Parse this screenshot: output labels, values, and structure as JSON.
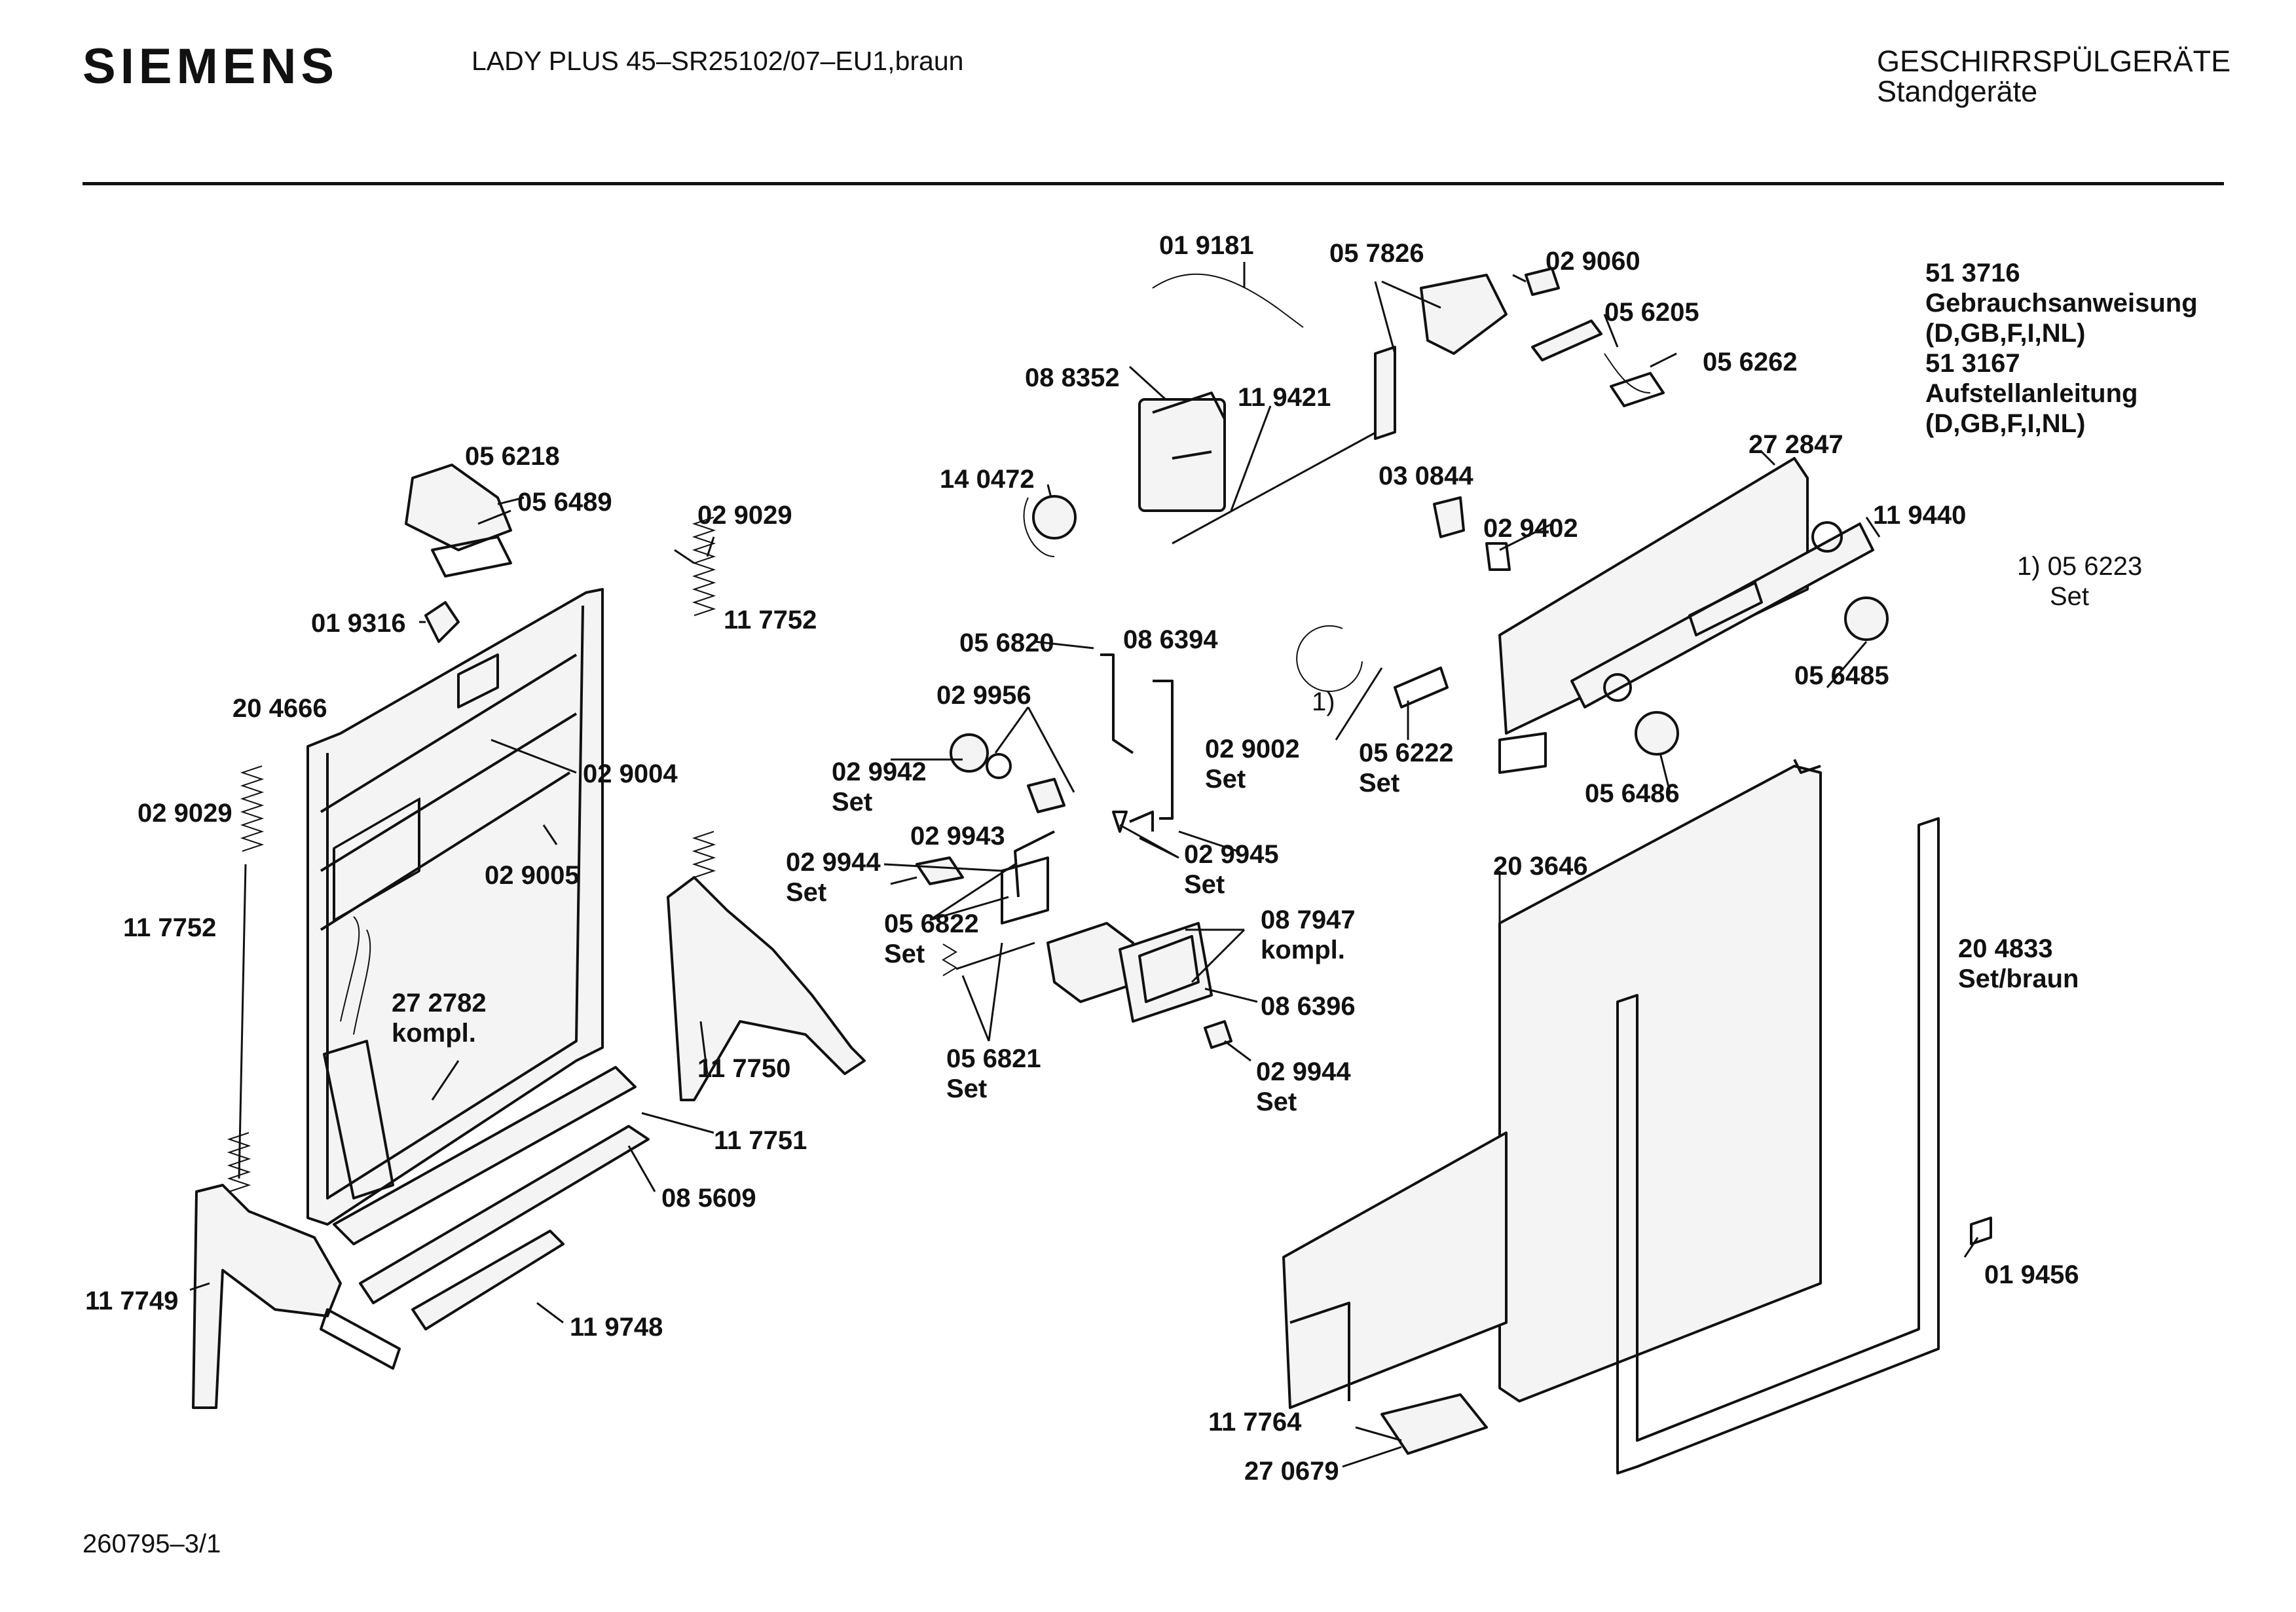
{
  "header": {
    "brand": "SIEMENS",
    "model": "LADY PLUS 45–SR25102/07–EU1,braun",
    "category": "GESCHIRRSPÜLGERÄTE",
    "subcategory": "Standgeräte"
  },
  "footer": {
    "doc_id": "260795–3/1"
  },
  "parts": [
    {
      "id": "p_019181",
      "lines": [
        "01 9181"
      ],
      "bold": true
    },
    {
      "id": "p_057826",
      "lines": [
        "05 7826"
      ],
      "bold": true
    },
    {
      "id": "p_029060",
      "lines": [
        "02 9060"
      ],
      "bold": true
    },
    {
      "id": "p_056205",
      "lines": [
        "05 6205"
      ],
      "bold": true
    },
    {
      "id": "p_056262",
      "lines": [
        "05 6262"
      ],
      "bold": true
    },
    {
      "id": "p_088352",
      "lines": [
        "08 8352"
      ],
      "bold": true
    },
    {
      "id": "p_119421",
      "lines": [
        "11 9421"
      ],
      "bold": true
    },
    {
      "id": "p_140472",
      "lines": [
        "14 0472"
      ],
      "bold": true
    },
    {
      "id": "p_030844",
      "lines": [
        "03 0844"
      ],
      "bold": true
    },
    {
      "id": "p_029402",
      "lines": [
        "02 9402"
      ],
      "bold": true
    },
    {
      "id": "p_272847",
      "lines": [
        "27 2847"
      ],
      "bold": true
    },
    {
      "id": "p_119440",
      "lines": [
        "11 9440"
      ],
      "bold": true
    },
    {
      "id": "p_056223",
      "lines": [
        "1) 05 6223",
        "Set"
      ],
      "bold": false
    },
    {
      "id": "p_056218",
      "lines": [
        "05 6218"
      ],
      "bold": true
    },
    {
      "id": "p_056489",
      "lines": [
        "05 6489"
      ],
      "bold": true
    },
    {
      "id": "p_029029_top",
      "lines": [
        "02 9029"
      ],
      "bold": true
    },
    {
      "id": "p_117752_top",
      "lines": [
        "11 7752"
      ],
      "bold": true
    },
    {
      "id": "p_019316",
      "lines": [
        "01 9316"
      ],
      "bold": true
    },
    {
      "id": "p_204666",
      "lines": [
        "20 4666"
      ],
      "bold": true
    },
    {
      "id": "p_029004",
      "lines": [
        "02 9004"
      ],
      "bold": true
    },
    {
      "id": "p_029005",
      "lines": [
        "02 9005"
      ],
      "bold": true
    },
    {
      "id": "p_029029_left",
      "lines": [
        "02 9029"
      ],
      "bold": true
    },
    {
      "id": "p_117752_left",
      "lines": [
        "11 7752"
      ],
      "bold": true
    },
    {
      "id": "p_272782",
      "lines": [
        "27 2782",
        "kompl."
      ],
      "bold": true
    },
    {
      "id": "p_117750",
      "lines": [
        "11 7750"
      ],
      "bold": true
    },
    {
      "id": "p_117751",
      "lines": [
        "11 7751"
      ],
      "bold": true
    },
    {
      "id": "p_085609",
      "lines": [
        "08 5609"
      ],
      "bold": true
    },
    {
      "id": "p_117749",
      "lines": [
        "11 7749"
      ],
      "bold": true
    },
    {
      "id": "p_119748",
      "lines": [
        "11 9748"
      ],
      "bold": true
    },
    {
      "id": "p_056820",
      "lines": [
        "05 6820"
      ],
      "bold": true
    },
    {
      "id": "p_086394",
      "lines": [
        "08 6394"
      ],
      "bold": true
    },
    {
      "id": "p_029956",
      "lines": [
        "02 9956"
      ],
      "bold": true
    },
    {
      "id": "p_029942",
      "lines": [
        "02 9942",
        "Set"
      ],
      "bold": true
    },
    {
      "id": "p_029002",
      "lines": [
        "02 9002",
        "Set"
      ],
      "bold": true
    },
    {
      "id": "p_029943",
      "lines": [
        "02 9943"
      ],
      "bold": true
    },
    {
      "id": "p_029945",
      "lines": [
        "02 9945",
        "Set"
      ],
      "bold": true
    },
    {
      "id": "p_029944_a",
      "lines": [
        "02 9944",
        "Set"
      ],
      "bold": true
    },
    {
      "id": "p_056822",
      "lines": [
        "05 6822",
        "Set"
      ],
      "bold": true
    },
    {
      "id": "p_087947",
      "lines": [
        "08 7947",
        "kompl."
      ],
      "bold": true
    },
    {
      "id": "p_086396",
      "lines": [
        "08 6396"
      ],
      "bold": true
    },
    {
      "id": "p_056821",
      "lines": [
        "05 6821",
        "Set"
      ],
      "bold": true
    },
    {
      "id": "p_029944_b",
      "lines": [
        "02 9944",
        "Set"
      ],
      "bold": true
    },
    {
      "id": "p_056222",
      "lines": [
        "05 6222",
        "Set"
      ],
      "bold": true
    },
    {
      "id": "p_056485",
      "lines": [
        "05 6485"
      ],
      "bold": true
    },
    {
      "id": "p_056486",
      "lines": [
        "05 6486"
      ],
      "bold": true
    },
    {
      "id": "p_203646",
      "lines": [
        "20 3646"
      ],
      "bold": true
    },
    {
      "id": "p_204833",
      "lines": [
        "20 4833",
        "Set/braun"
      ],
      "bold": true
    },
    {
      "id": "p_019456",
      "lines": [
        "01 9456"
      ],
      "bold": true
    },
    {
      "id": "p_117764",
      "lines": [
        "11 7764"
      ],
      "bold": true
    },
    {
      "id": "p_270679",
      "lines": [
        "27 0679"
      ],
      "bold": true
    },
    {
      "id": "doc_513716",
      "lines": [
        "51 3716",
        "Gebrauchsanweisung",
        "(D,GB,F,I,NL)",
        "51 3167",
        "Aufstellanleitung",
        "(D,GB,F,I,NL)"
      ],
      "bold": true
    },
    {
      "id": "footnote_marker",
      "lines": [
        "1)"
      ],
      "bold": false
    }
  ]
}
